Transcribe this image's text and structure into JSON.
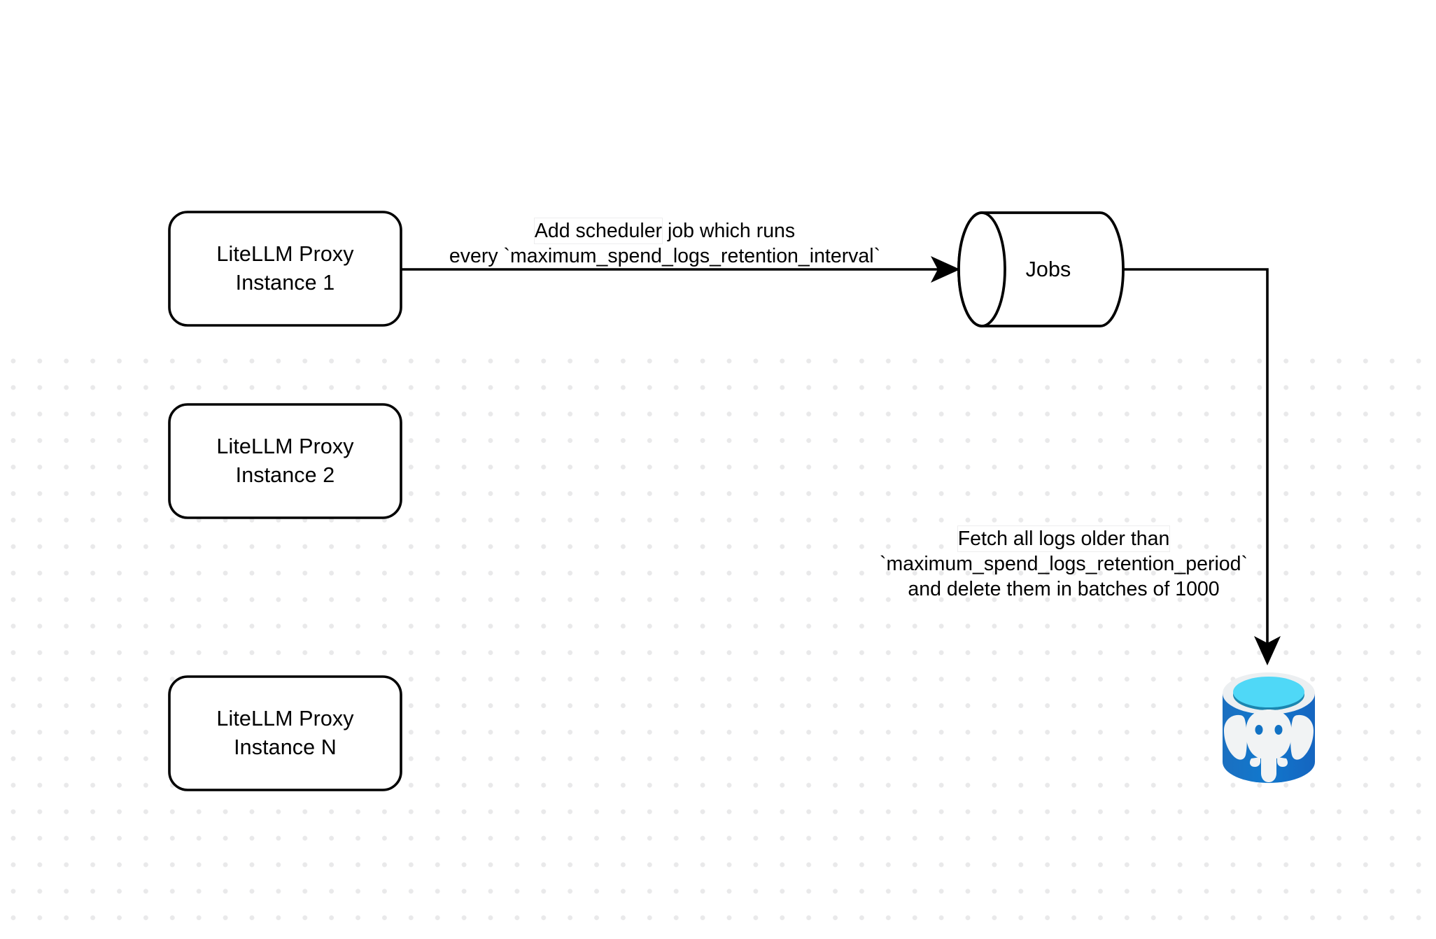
{
  "diagram": {
    "title": "LiteLLM spend logs retention scheduler flow",
    "background": {
      "color": "#ffffff",
      "dot_grid_color": "#e9e9ea"
    },
    "nodes": [
      {
        "id": "proxy-1",
        "shape": "rounded-rectangle",
        "label": "LiteLLM Proxy\nInstance 1",
        "stroke": "#000000",
        "fill": "#ffffff"
      },
      {
        "id": "proxy-2",
        "shape": "rounded-rectangle",
        "label": "LiteLLM Proxy\nInstance 2",
        "stroke": "#000000",
        "fill": "#ffffff"
      },
      {
        "id": "proxy-3",
        "shape": "rounded-rectangle",
        "label": "LiteLLM Proxy\nInstance N",
        "stroke": "#000000",
        "fill": "#ffffff"
      },
      {
        "id": "jobs",
        "shape": "cylinder-horizontal",
        "label": "Jobs",
        "stroke": "#000000",
        "fill": "#ffffff"
      },
      {
        "id": "postgres",
        "shape": "database-icon",
        "label": "",
        "icon": "postgresql-database-icon",
        "colors": {
          "body": "#1172c4",
          "body_highlight": "#1565c0",
          "rim": "#eceff1",
          "top_inner": "#4fd8f7",
          "top_shadow": "#1b86b0",
          "elephant": "#f1f3f4"
        }
      }
    ],
    "edges": [
      {
        "id": "edge-proxy1-jobs",
        "from": "proxy-1",
        "to": "jobs",
        "label_lines": [
          "Add scheduler job which runs",
          "every `maximum_spend_logs_retention_interval`"
        ],
        "stroke": "#000000",
        "arrowhead": "filled-notched"
      },
      {
        "id": "edge-jobs-postgres",
        "from": "jobs",
        "to": "postgres",
        "label_lines": [
          "Fetch all logs older than",
          "`maximum_spend_logs_retention_period`",
          "and delete them in batches of 1000"
        ],
        "stroke": "#000000",
        "arrowhead": "filled-notched"
      }
    ]
  },
  "labels": {
    "proxy_1": "LiteLLM Proxy\nInstance 1",
    "proxy_2": "LiteLLM Proxy\nInstance 2",
    "proxy_3": "LiteLLM Proxy\nInstance N",
    "jobs": "Jobs",
    "edge_scheduler_line1": "Add scheduler",
    "edge_scheduler_line1_rest": " job which runs",
    "edge_scheduler_line2": "every `maximum_spend_logs_retention_interval`",
    "edge_fetch_line1": "Fetch all logs older than",
    "edge_fetch_line2": "`maximum_spend_logs_retention_period`",
    "edge_fetch_line3": "and delete them in batches of 1000"
  }
}
